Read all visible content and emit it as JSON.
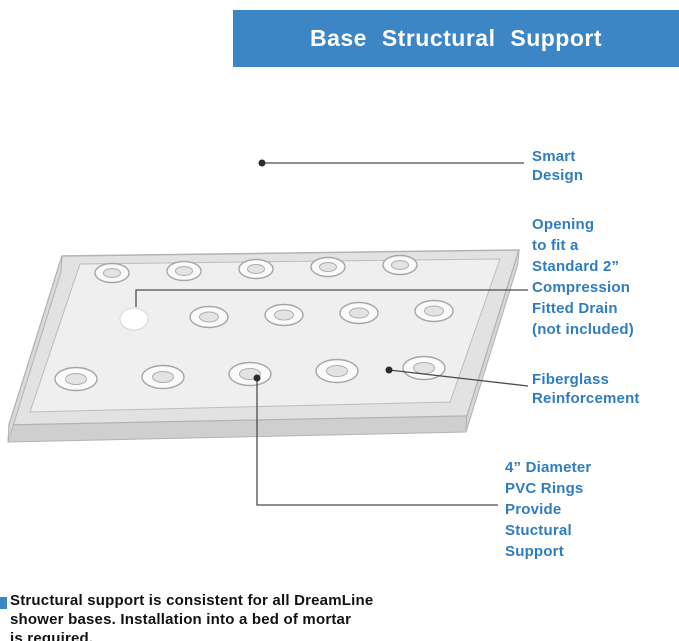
{
  "header": {
    "title": "Base Structural Support"
  },
  "callouts": [
    {
      "label": "Smart\nDesign"
    },
    {
      "label": "Opening\nto fit a\nStandard 2”\nCompression\nFitted Drain\n(not included)"
    },
    {
      "label": "Fiberglass\nReinforcement"
    },
    {
      "label": "4” Diameter\nPVC Rings\nProvide\nStuctural\nSupport"
    }
  ],
  "footer": {
    "text": "Structural support is consistent for all DreamLine\nshower bases. Installation into a bed of mortar\nis required."
  },
  "colors": {
    "banner_blue": "#3d86c6",
    "label_blue": "#2f7dc1",
    "footer_black": "#121212",
    "pan_top": "#e2e2e2",
    "pan_floor": "#efefef",
    "pan_front_wall": "#cfcfcf",
    "pan_left_wall": "#d9d9d9",
    "pan_right_wall": "#d6d6d6",
    "pan_stroke": "#b3b3b3",
    "ring_fill": "#fafafa",
    "ring_hole": "#e3e3e3",
    "drain_white": "#ffffff",
    "line_gray": "#4d4d4d"
  }
}
